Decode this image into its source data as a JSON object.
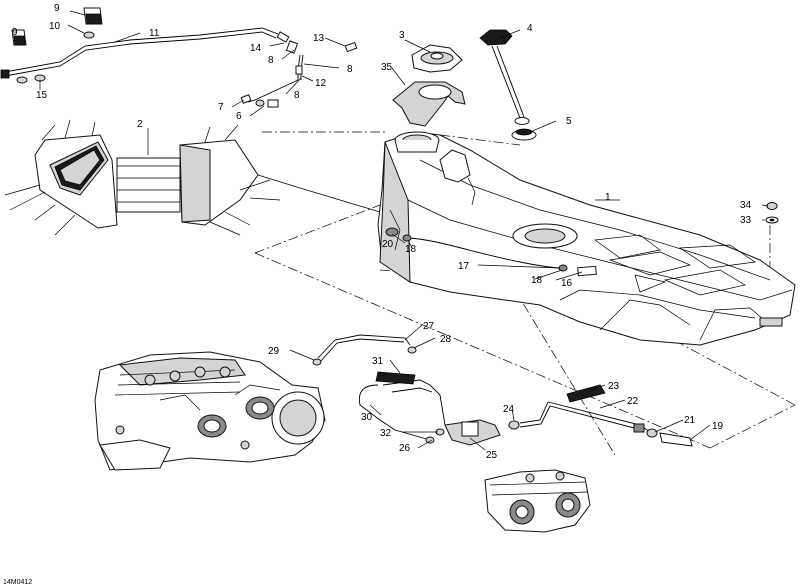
{
  "figure_code": "14M0412",
  "callouts": [
    {
      "id": "c1",
      "text": "1"
    },
    {
      "id": "c2",
      "text": "2"
    },
    {
      "id": "c3",
      "text": "3"
    },
    {
      "id": "c4",
      "text": "4"
    },
    {
      "id": "c5",
      "text": "5"
    },
    {
      "id": "c6",
      "text": "6"
    },
    {
      "id": "c7",
      "text": "7"
    },
    {
      "id": "c8a",
      "text": "8"
    },
    {
      "id": "c8b",
      "text": "8"
    },
    {
      "id": "c8c",
      "text": "8"
    },
    {
      "id": "c9a",
      "text": "9"
    },
    {
      "id": "c9b",
      "text": "9"
    },
    {
      "id": "c10",
      "text": "10"
    },
    {
      "id": "c11",
      "text": "11"
    },
    {
      "id": "c12",
      "text": "12"
    },
    {
      "id": "c13",
      "text": "13"
    },
    {
      "id": "c14",
      "text": "14"
    },
    {
      "id": "c15",
      "text": "15"
    },
    {
      "id": "c16",
      "text": "16"
    },
    {
      "id": "c17",
      "text": "17"
    },
    {
      "id": "c18a",
      "text": "18"
    },
    {
      "id": "c18b",
      "text": "18"
    },
    {
      "id": "c19",
      "text": "19"
    },
    {
      "id": "c20",
      "text": "20"
    },
    {
      "id": "c21",
      "text": "21"
    },
    {
      "id": "c22",
      "text": "22"
    },
    {
      "id": "c23",
      "text": "23"
    },
    {
      "id": "c24",
      "text": "24"
    },
    {
      "id": "c25",
      "text": "25"
    },
    {
      "id": "c26",
      "text": "26"
    },
    {
      "id": "c27",
      "text": "27"
    },
    {
      "id": "c28",
      "text": "28"
    },
    {
      "id": "c29",
      "text": "29"
    },
    {
      "id": "c30",
      "text": "30"
    },
    {
      "id": "c31",
      "text": "31"
    },
    {
      "id": "c32",
      "text": "32"
    },
    {
      "id": "c33",
      "text": "33"
    },
    {
      "id": "c34",
      "text": "34"
    },
    {
      "id": "c35",
      "text": "35"
    }
  ]
}
